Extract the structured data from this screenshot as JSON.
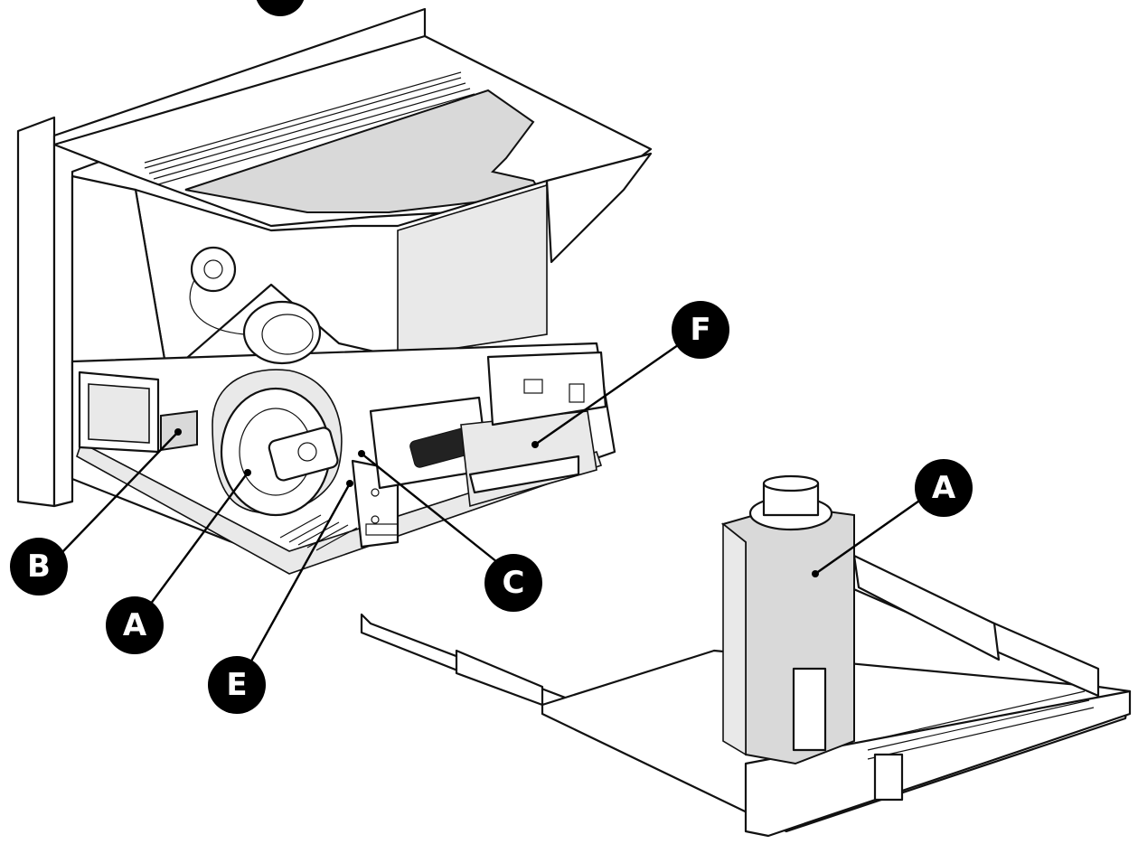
{
  "callouts": [
    {
      "id": "F",
      "label": "F"
    },
    {
      "id": "B",
      "label": "B"
    },
    {
      "id": "C",
      "label": "C"
    },
    {
      "id": "A1",
      "label": "A"
    },
    {
      "id": "E",
      "label": "E"
    },
    {
      "id": "A2",
      "label": "A"
    }
  ]
}
